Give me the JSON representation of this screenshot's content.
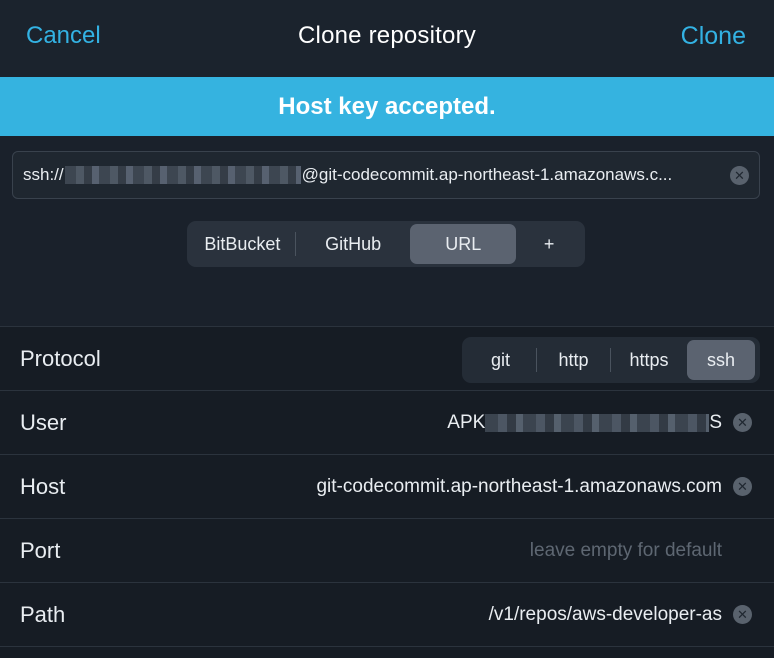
{
  "nav": {
    "cancel_label": "Cancel",
    "title": "Clone repository",
    "clone_label": "Clone"
  },
  "banner": {
    "message": "Host key accepted."
  },
  "url_field": {
    "prefix": "ssh://",
    "suffix": "@git-codecommit.ap-northeast-1.amazonaws.c..."
  },
  "source_tabs": [
    {
      "label": "BitBucket",
      "selected": false
    },
    {
      "label": "GitHub",
      "selected": false
    },
    {
      "label": "URL",
      "selected": true
    },
    {
      "label": "+",
      "selected": false
    }
  ],
  "form": {
    "protocol": {
      "label": "Protocol",
      "options": [
        "git",
        "http",
        "https",
        "ssh"
      ],
      "selected": "ssh"
    },
    "user": {
      "label": "User",
      "prefix": "APK",
      "suffix": "S"
    },
    "host": {
      "label": "Host",
      "value": "git-codecommit.ap-northeast-1.amazonaws.com"
    },
    "port": {
      "label": "Port",
      "placeholder": "leave empty for default"
    },
    "path": {
      "label": "Path",
      "value": "/v1/repos/aws-developer-as"
    }
  },
  "colors": {
    "accent": "#33b2e3",
    "banner": "#35b3e0",
    "background": "#1a212b",
    "selected_segment": "#5b6370"
  },
  "icons": {
    "clear": "clear-circle-x-icon"
  }
}
